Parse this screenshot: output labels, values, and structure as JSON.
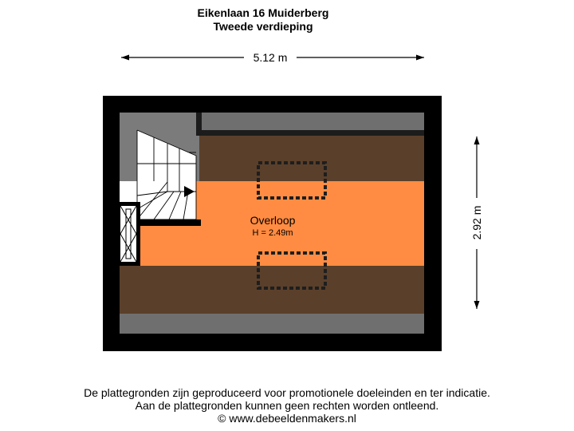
{
  "header": {
    "address": "Eikenlaan 16 Muiderberg",
    "floor": "Tweede verdieping"
  },
  "dimensions": {
    "width": "5.12 m",
    "depth": "2.92 m"
  },
  "rooms": [
    {
      "name": "Overloop",
      "height": "H = 2.49m"
    }
  ],
  "footer": {
    "line1": "De plattegronden zijn geproduceerd voor promotionele doeleinden en ter indicatie.",
    "line2": "Aan de plattegronden kunnen geen rechten worden ontleend.",
    "line3": "© www.debeeldenmakers.nl"
  },
  "colors": {
    "wall": "#000000",
    "low_ceiling": "#5a3f2a",
    "floor_area": "#ff8c42",
    "eaves_grey": "#6f6f6f",
    "stair_grey": "#7b7b7b"
  }
}
